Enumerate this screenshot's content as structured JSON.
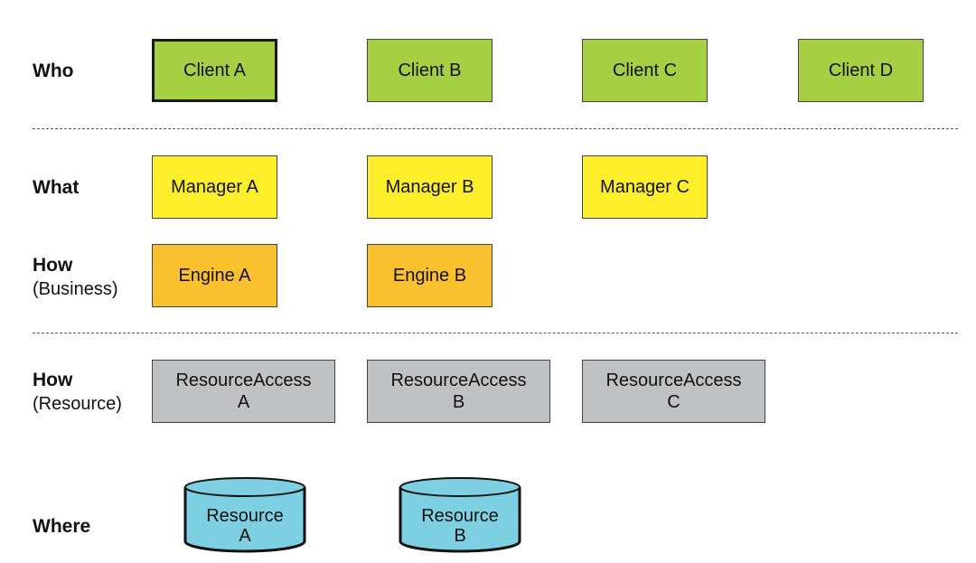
{
  "layers": {
    "who": {
      "title": "Who",
      "subtitle": ""
    },
    "what": {
      "title": "What",
      "subtitle": ""
    },
    "how_business": {
      "title": "How",
      "subtitle": "(Business)"
    },
    "how_resource": {
      "title": "How",
      "subtitle": "(Resource)"
    },
    "where": {
      "title": "Where",
      "subtitle": ""
    }
  },
  "clients": [
    "Client A",
    "Client B",
    "Client C",
    "Client D"
  ],
  "managers": [
    "Manager A",
    "Manager B",
    "Manager C"
  ],
  "engines": [
    "Engine A",
    "Engine B"
  ],
  "resource_access": [
    {
      "line1": "ResourceAccess",
      "line2": "A"
    },
    {
      "line1": "ResourceAccess",
      "line2": "B"
    },
    {
      "line1": "ResourceAccess",
      "line2": "C"
    }
  ],
  "resources": [
    {
      "line1": "Resource",
      "line2": "A"
    },
    {
      "line1": "Resource",
      "line2": "B"
    }
  ],
  "colors": {
    "client": "#a6cf44",
    "manager": "#ffef2a",
    "engine": "#fbc02d",
    "resource_access": "#c0c1c3",
    "resource": "#7dd0e2"
  }
}
